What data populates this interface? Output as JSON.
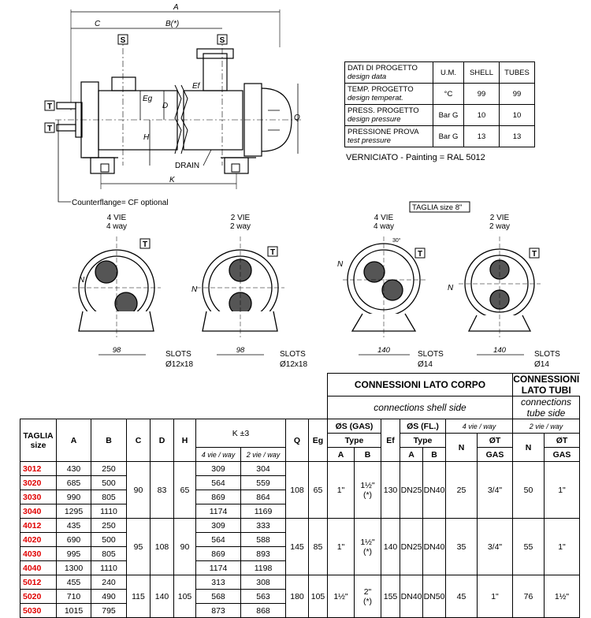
{
  "drawing": {
    "dim_A": "A",
    "dim_C": "C",
    "dim_B": "B(*)",
    "dim_Eg": "Eg",
    "dim_Ef": "Ef",
    "dim_D": "D",
    "dim_H": "H",
    "dim_Q": "Q",
    "dim_K": "K",
    "conn_S": "S",
    "conn_T": "T",
    "drain_label": "DRAIN",
    "counterflange_note": "Counterflange= CF optional",
    "taglia8_label": "TAGLIA size 8\"",
    "views": [
      {
        "ways_it": "4 VIE",
        "ways_en": "4 way",
        "slot_dim": "98",
        "slots": "SLOTS",
        "slot_size": "Ø12x18"
      },
      {
        "ways_it": "2 VIE",
        "ways_en": "2 way",
        "slot_dim": "98",
        "slots": "SLOTS",
        "slot_size": "Ø12x18"
      },
      {
        "ways_it": "4 VIE",
        "ways_en": "4 way",
        "slot_dim": "140",
        "slots": "SLOTS",
        "slot_size": "Ø14",
        "angle": "30°"
      },
      {
        "ways_it": "2 VIE",
        "ways_en": "2 way",
        "slot_dim": "140",
        "slots": "SLOTS",
        "slot_size": "Ø14"
      }
    ],
    "N_label": "N",
    "T_label": "T"
  },
  "design_data": {
    "header": {
      "label_it": "DATI DI PROGETTO",
      "label_en": "design data",
      "um": "U.M.",
      "shell": "SHELL",
      "tubes": "TUBES"
    },
    "rows": [
      {
        "label_it": "TEMP. PROGETTO",
        "label_en": "design temperat.",
        "um": "°C",
        "shell": "99",
        "tubes": "99"
      },
      {
        "label_it": "PRESS. PROGETTO",
        "label_en": "design pressure",
        "um": "Bar G",
        "shell": "10",
        "tubes": "10"
      },
      {
        "label_it": "PRESSIONE PROVA",
        "label_en": "test pressure",
        "um": "Bar G",
        "shell": "13",
        "tubes": "13"
      }
    ],
    "painting": "VERNICIATO - Painting = RAL 5012"
  },
  "spec_table": {
    "shell_conn_it": "CONNESSIONI LATO CORPO",
    "shell_conn_en": "connections shell side",
    "tube_conn_it": "CONNESSIONI LATO TUBI",
    "tube_conn_en": "connections tube side",
    "h_taglia": "TAGLIA",
    "h_size": "size",
    "h_A": "A",
    "h_B": "B",
    "h_C": "C",
    "h_D": "D",
    "h_H": "H",
    "h_K": "K ±3",
    "h_K4": "4 vie / way",
    "h_K2": "2 vie / way",
    "h_Q": "Q",
    "h_Eg": "Eg",
    "h_S_gas": "ØS (GAS)",
    "h_S_gas_type": "Type",
    "h_Ef": "Ef",
    "h_S_fl": "ØS (FL.)",
    "h_S_fl_type": "Type",
    "h_sA": "A",
    "h_sB": "B",
    "h_fA": "A",
    "h_fB": "B",
    "h_T4": "4 vie / way",
    "h_T2": "2 vie / way",
    "h_N": "N",
    "h_OT": "ØT",
    "h_GAS": "GAS",
    "h_N2": "N",
    "h_OT2": "ØT",
    "h_GAS2": "GAS",
    "groups": [
      {
        "rows": [
          {
            "size": "3012",
            "A": "430",
            "B": "250",
            "K4": "309",
            "K2": "304"
          },
          {
            "size": "3020",
            "A": "685",
            "B": "500",
            "K4": "564",
            "K2": "559"
          },
          {
            "size": "3030",
            "A": "990",
            "B": "805",
            "K4": "869",
            "K2": "864"
          },
          {
            "size": "3040",
            "A": "1295",
            "B": "1110",
            "K4": "1174",
            "K2": "1169"
          }
        ],
        "C": "90",
        "D": "83",
        "H": "65",
        "Q": "108",
        "Eg": "65",
        "gasA": "1\"",
        "gasB": "1½\"",
        "gasB_note": "(*)",
        "Ef": "130",
        "flA": "DN25",
        "flB": "DN40",
        "N4": "25",
        "T4": "3/4\"",
        "N2": "50",
        "T2": "1\""
      },
      {
        "rows": [
          {
            "size": "4012",
            "A": "435",
            "B": "250",
            "K4": "309",
            "K2": "333"
          },
          {
            "size": "4020",
            "A": "690",
            "B": "500",
            "K4": "564",
            "K2": "588"
          },
          {
            "size": "4030",
            "A": "995",
            "B": "805",
            "K4": "869",
            "K2": "893"
          },
          {
            "size": "4040",
            "A": "1300",
            "B": "1110",
            "K4": "1174",
            "K2": "1198"
          }
        ],
        "C": "95",
        "D": "108",
        "H": "90",
        "Q": "145",
        "Eg": "85",
        "gasA": "1\"",
        "gasB": "1½\"",
        "gasB_note": "(*)",
        "Ef": "140",
        "flA": "DN25",
        "flB": "DN40",
        "N4": "35",
        "T4": "3/4\"",
        "N2": "55",
        "T2": "1\""
      },
      {
        "rows": [
          {
            "size": "5012",
            "A": "455",
            "B": "240",
            "K4": "313",
            "K2": "308"
          },
          {
            "size": "5020",
            "A": "710",
            "B": "490",
            "K4": "568",
            "K2": "563"
          },
          {
            "size": "5030",
            "A": "1015",
            "B": "795",
            "K4": "873",
            "K2": "868"
          }
        ],
        "C": "115",
        "D": "140",
        "H": "105",
        "Q": "180",
        "Eg": "105",
        "gasA": "1½\"",
        "gasB": "2\"",
        "gasB_note": "(*)",
        "Ef": "155",
        "flA": "DN40",
        "flB": "DN50",
        "N4": "45",
        "T4": "1\"",
        "N2": "76",
        "T2": "1½\""
      }
    ]
  }
}
